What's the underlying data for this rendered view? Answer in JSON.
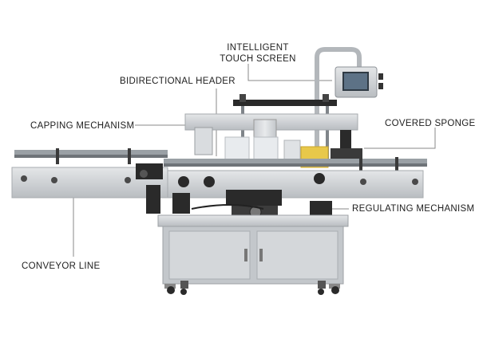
{
  "callouts": {
    "touch_screen": {
      "line1": "INTELLIGENT",
      "line2": "TOUCH SCREEN"
    },
    "bidirectional_header": "BIDIRECTIONAL HEADER",
    "capping_mechanism": "CAPPING MECHANISM",
    "covered_sponge": "COVERED SPONGE",
    "regulating_mechanism": "REGULATING MECHANISM",
    "conveyor_line": "CONVEYOR LINE"
  },
  "colors": {
    "steel": "#cfd2d5",
    "steel_dark": "#9ea3a8",
    "black_part": "#2a2a2a",
    "label_yellow": "#e8c84a",
    "leader_line": "#8a8a8a"
  }
}
